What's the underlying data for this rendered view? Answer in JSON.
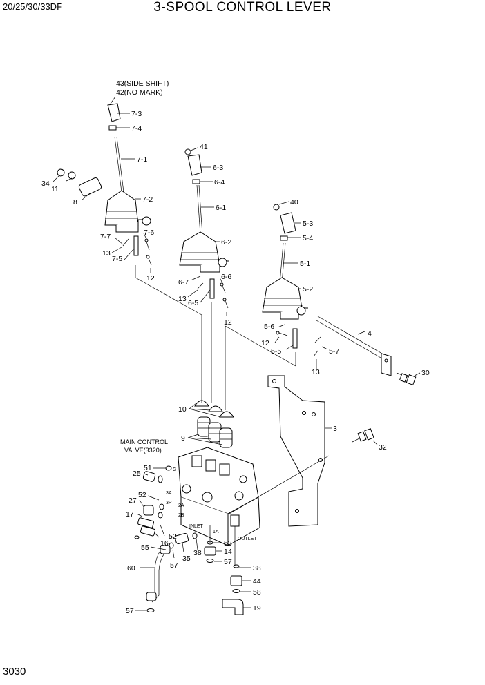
{
  "header": {
    "model": "20/25/30/33DF",
    "title": "3-SPOOL CONTROL LEVER"
  },
  "page_number": "3030",
  "notes": {
    "main_control_valve_line1": "MAIN CONTROL",
    "main_control_valve_line2": "VALVE(3320)",
    "inlet": "INLET",
    "outlet": "OUTLET",
    "side_shift": "43(SIDE SHIFT)",
    "no_mark": "42(NO MARK)"
  },
  "port_labels": {
    "g": "G",
    "p3a": "3A",
    "p3p": "3P",
    "p2a": "2A",
    "p2b": "2B",
    "p1a": "1A"
  },
  "callouts": {
    "c7_3": "7-3",
    "c7_4": "7-4",
    "c7_1": "7-1",
    "c7_2": "7-2",
    "c34": "34",
    "c11": "11",
    "c8": "8",
    "c7_6": "7-6",
    "c7_7": "7-7",
    "c13a": "13",
    "c7_5": "7-5",
    "c12a": "12",
    "c41": "41",
    "c6_3": "6-3",
    "c6_4": "6-4",
    "c6_1": "6-1",
    "c6_2": "6-2",
    "c6_7": "6-7",
    "c6_6": "6-6",
    "c13b": "13",
    "c6_5": "6-5",
    "c12b": "12",
    "c40": "40",
    "c5_3": "5-3",
    "c5_4": "5-4",
    "c5_1": "5-1",
    "c5_2": "5-2",
    "c5_6": "5-6",
    "c4": "4",
    "c12c": "12",
    "c5_5": "5-5",
    "c5_7": "5-7",
    "c13c": "13",
    "c30": "30",
    "c10": "10",
    "c9": "9",
    "c3": "3",
    "c32": "32",
    "c51": "51",
    "c25": "25",
    "c52a": "52",
    "c27": "27",
    "c17": "17",
    "c16": "16",
    "c52b": "52",
    "c55": "55",
    "c35": "35",
    "c38a": "38",
    "c53": "53",
    "c14": "14",
    "c57a": "57",
    "c57b": "57",
    "c60": "60",
    "c38b": "38",
    "c44": "44",
    "c58": "58",
    "c19": "19",
    "c57c": "57"
  }
}
